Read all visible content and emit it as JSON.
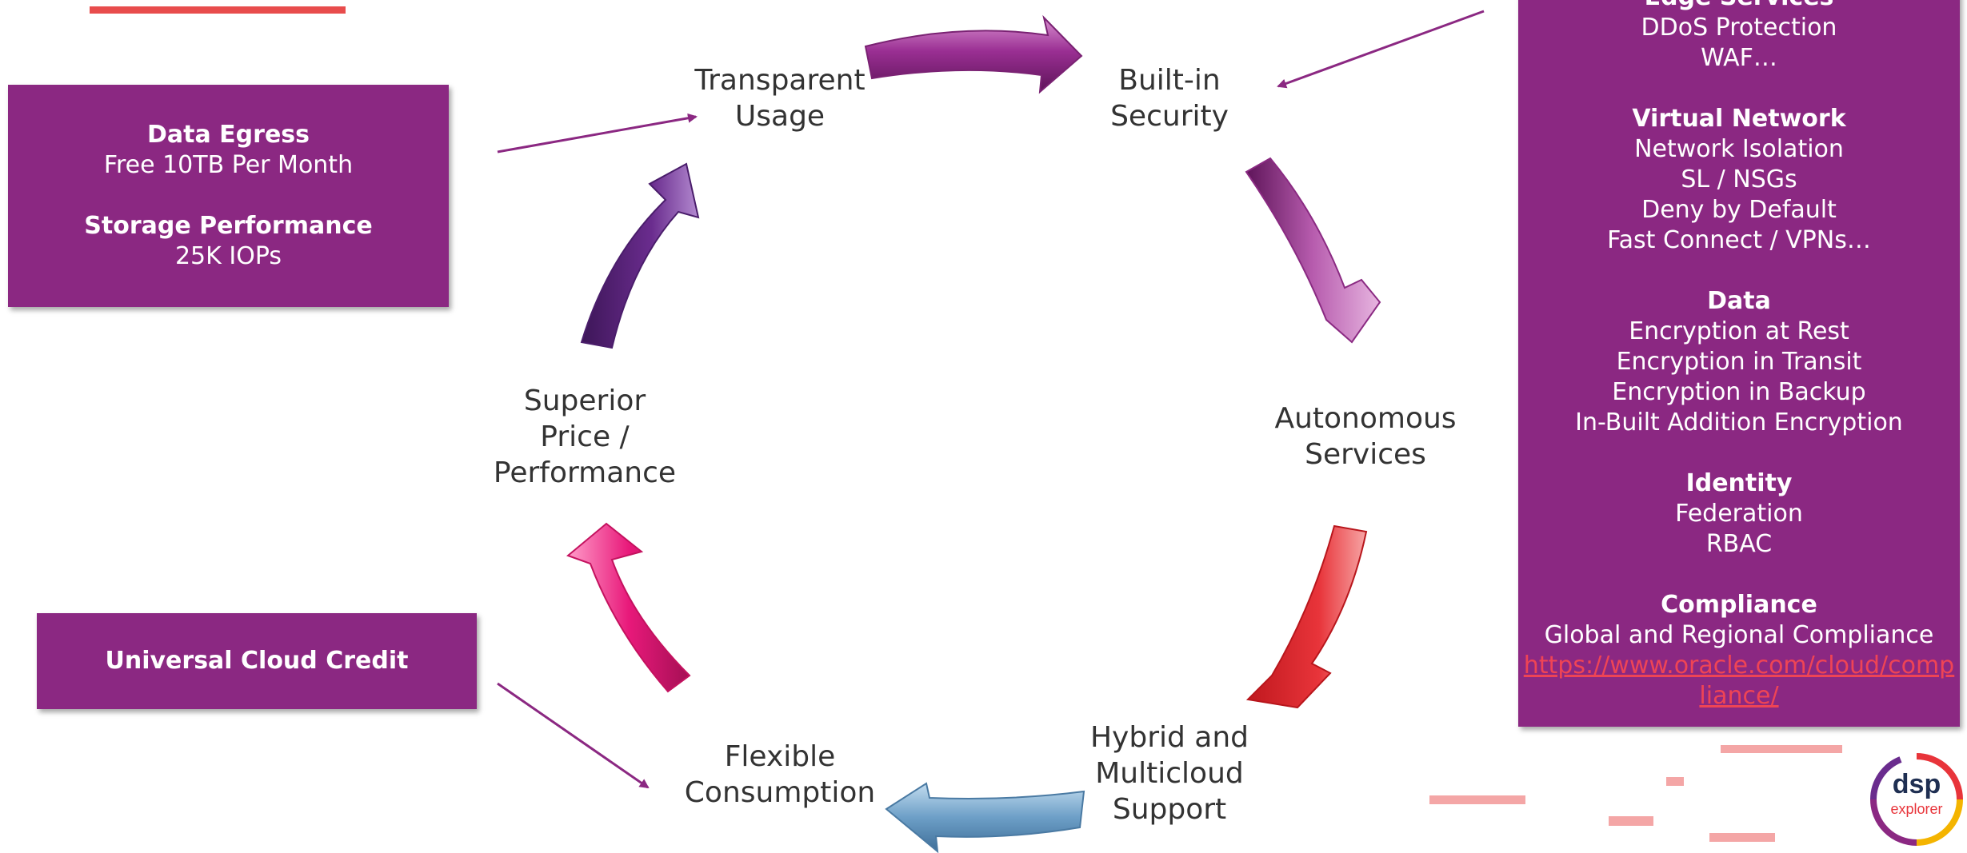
{
  "cycle_nodes": [
    {
      "id": "transparent-usage",
      "lines": [
        "Transparent",
        "Usage"
      ]
    },
    {
      "id": "built-in-security",
      "lines": [
        "Built-in",
        "Security"
      ]
    },
    {
      "id": "autonomous-services",
      "lines": [
        "Autonomous",
        "Services"
      ]
    },
    {
      "id": "hybrid-multicloud",
      "lines": [
        "Hybrid and",
        "Multicloud",
        "Support"
      ]
    },
    {
      "id": "flexible-consumption",
      "lines": [
        "Flexible",
        "Consumption"
      ]
    },
    {
      "id": "superior-price-performance",
      "lines": [
        "Superior",
        "Price /",
        "Performance"
      ]
    }
  ],
  "left_top_box": {
    "sections": [
      {
        "title": "Data Egress",
        "lines": [
          "Free 10TB Per Month"
        ]
      },
      {
        "title": "Storage Performance",
        "lines": [
          "25K IOPs"
        ]
      }
    ]
  },
  "left_bottom_box": {
    "title": "Universal Cloud Credit"
  },
  "right_box": {
    "sections": [
      {
        "title": "Edge Services",
        "lines": [
          "DDoS Protection",
          "WAF…"
        ]
      },
      {
        "title": "Virtual Network",
        "lines": [
          "Network Isolation",
          "SL / NSGs",
          "Deny by Default",
          "Fast Connect / VPNs…"
        ]
      },
      {
        "title": "Data",
        "lines": [
          "Encryption at Rest",
          "Encryption in Transit",
          "Encryption in Backup",
          "In-Built Addition Encryption"
        ]
      },
      {
        "title": "Identity",
        "lines": [
          "Federation",
          "RBAC"
        ]
      },
      {
        "title": "Compliance",
        "lines": [
          "Global and Regional Compliance"
        ]
      }
    ],
    "link_lines": [
      "https://www.oracle.com/cloud/comp",
      "liance/"
    ]
  },
  "logo": {
    "top": "dsp",
    "bottom": "explorer"
  },
  "colors": {
    "box": "#8b2882",
    "arrow_purple": "#9a2f93",
    "arrow_violet": "#6a2c8e",
    "arrow_red": "#e8343a",
    "arrow_blue": "#6d9fc7",
    "arrow_pink": "#e8197a",
    "top_accent": "#e84c4c",
    "deco": "#f4a6a6"
  }
}
